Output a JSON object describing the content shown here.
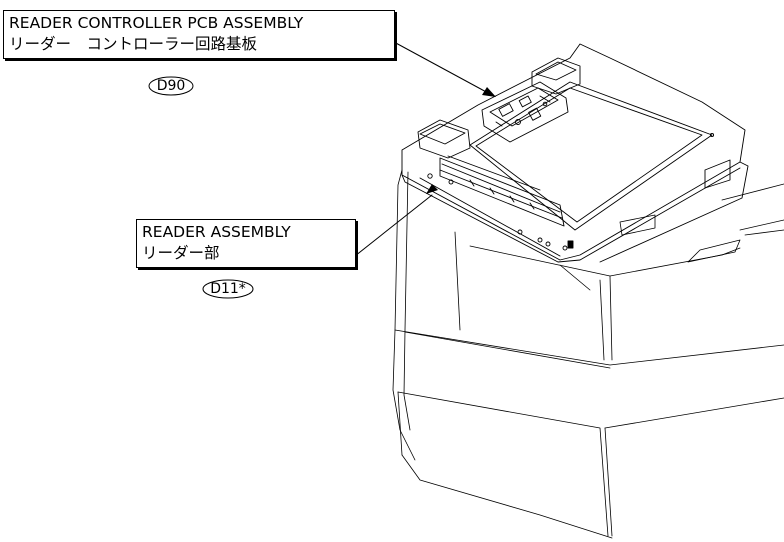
{
  "callouts": {
    "reader_controller": {
      "name_en": "READER CONTROLLER PCB ASSEMBLY",
      "name_jp": "リーダー　コントローラー回路基板",
      "ref": "D90"
    },
    "reader_assembly": {
      "name_en": "READER ASSEMBLY",
      "name_jp": "リーダー部",
      "ref": "D11*"
    }
  },
  "colors": {
    "line": "#000000",
    "background": "#ffffff"
  }
}
